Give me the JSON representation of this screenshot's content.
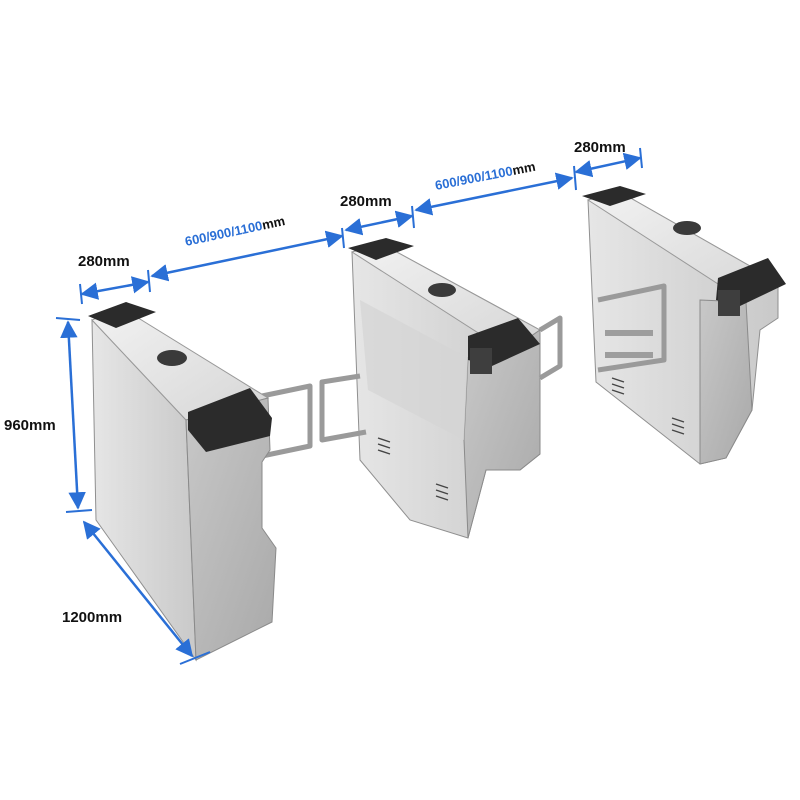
{
  "colors": {
    "dimension_arrow": "#2a6fd6",
    "steel_light": "#dcdcdc",
    "steel_mid": "#bdbdbd",
    "steel_dark": "#9c9c9c",
    "cap_black": "#2b2b2b",
    "label_black": "#111111"
  },
  "dimensions": {
    "width_left": "280mm",
    "width_middle": "280mm",
    "width_right": "280mm",
    "passage_left_value": "600/900/1100",
    "passage_left_unit": "mm",
    "passage_right_value": "600/900/1100",
    "passage_right_unit": "mm",
    "height": "960mm",
    "length": "1200mm"
  }
}
